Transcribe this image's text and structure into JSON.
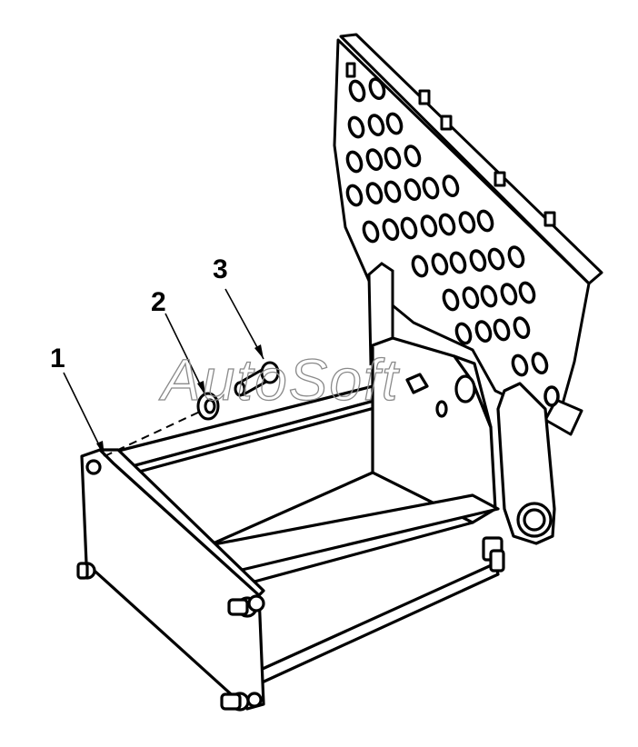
{
  "figure": {
    "callouts": [
      {
        "id": "1",
        "label": "1"
      },
      {
        "id": "2",
        "label": "2"
      },
      {
        "id": "3",
        "label": "3"
      }
    ],
    "watermark": "AutoSoft",
    "colors": {
      "line": "#000000",
      "background": "#ffffff",
      "watermark": "#8a8a8a"
    }
  }
}
